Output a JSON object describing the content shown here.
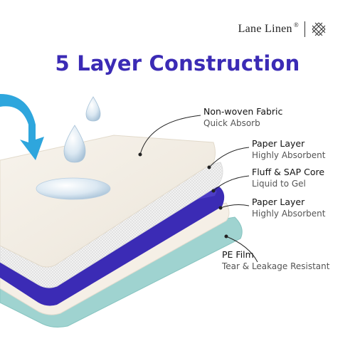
{
  "brand": {
    "name": "Lane Linen",
    "mark": "®",
    "logo_icon": "crosshatch-logo-icon"
  },
  "title": "5 Layer Construction",
  "colors": {
    "title": "#3b2bb5",
    "arrow": "#2ea6dd",
    "top_sheet": "#f2ede4",
    "paper": "#ffffff",
    "sap_core": "#3b2bb5",
    "pe_film": "#9fd3d0"
  },
  "layers": [
    {
      "name": "Non-woven Fabric",
      "description": "Quick Absorb"
    },
    {
      "name": "Paper Layer",
      "description": "Highly Absorbent"
    },
    {
      "name": "Fluff & SAP Core",
      "description": "Liquid to Gel"
    },
    {
      "name": "Paper Layer",
      "description": "Highly Absorbent"
    },
    {
      "name": "PE Film",
      "description": "Tear & Leakage Resistant"
    }
  ]
}
